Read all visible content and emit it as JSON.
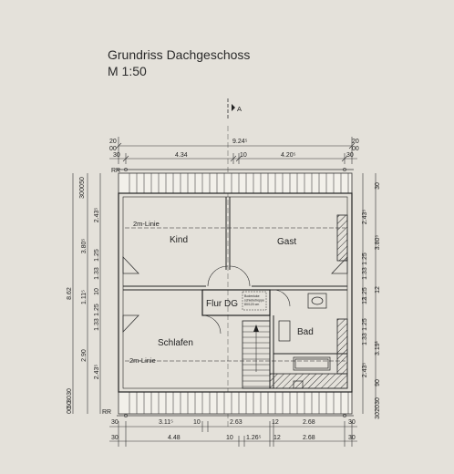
{
  "title": "Grundriss Dachgeschoss",
  "scale": "M 1:50",
  "section_marker": "A",
  "rooms": {
    "kind": "Kind",
    "gast": "Gast",
    "flur": "Flur DG",
    "schlafen": "Schlafen",
    "bad": "Bad"
  },
  "line_labels": {
    "top": "2m-Linie",
    "bottom": "2m-Linie",
    "rr_top": "RR",
    "rr_bottom": "RR",
    "hatch_note": "Bodenluke\nschiebetreppe\n80/120 cm"
  },
  "top_dims": {
    "left_20": "20",
    "left_00": "00",
    "total": "9.24⁵",
    "right_20": "20",
    "right_00": "00",
    "d30_left": "30",
    "d434": "4.34",
    "d10": "10",
    "d4205": "4.20⁵",
    "d30_right": "30"
  },
  "bottom_dims": {
    "r1": [
      "30",
      "3.11⁵",
      "10",
      "2.63",
      "12",
      "2.68",
      "30"
    ],
    "r2": [
      "30",
      "4.48",
      "10",
      "1.26⁵",
      "12",
      "2.68",
      "30"
    ]
  },
  "left_dims": {
    "outer": "8.62",
    "inner_a": [
      "3.80⁵",
      "1.11⁵",
      "2.90"
    ],
    "inner_b": [
      "2.43⁵",
      "1.25",
      "1.33",
      "10",
      "1.25",
      "1.33",
      "2.43⁵"
    ],
    "small": [
      "50",
      "00",
      "30",
      "30",
      "30",
      "50",
      "00"
    ]
  },
  "right_dims": {
    "outer_a": [
      "3.80⁵",
      "3.19¹"
    ],
    "inner": [
      "2.43⁵",
      "1.25",
      "1.33",
      "1.25",
      "12",
      "1.25",
      "1.33",
      "2.43⁵"
    ],
    "small": [
      "30",
      "12",
      "90",
      "30",
      "20",
      "30"
    ]
  },
  "colors": {
    "paper": "#e4e1da",
    "ink": "#222222"
  }
}
